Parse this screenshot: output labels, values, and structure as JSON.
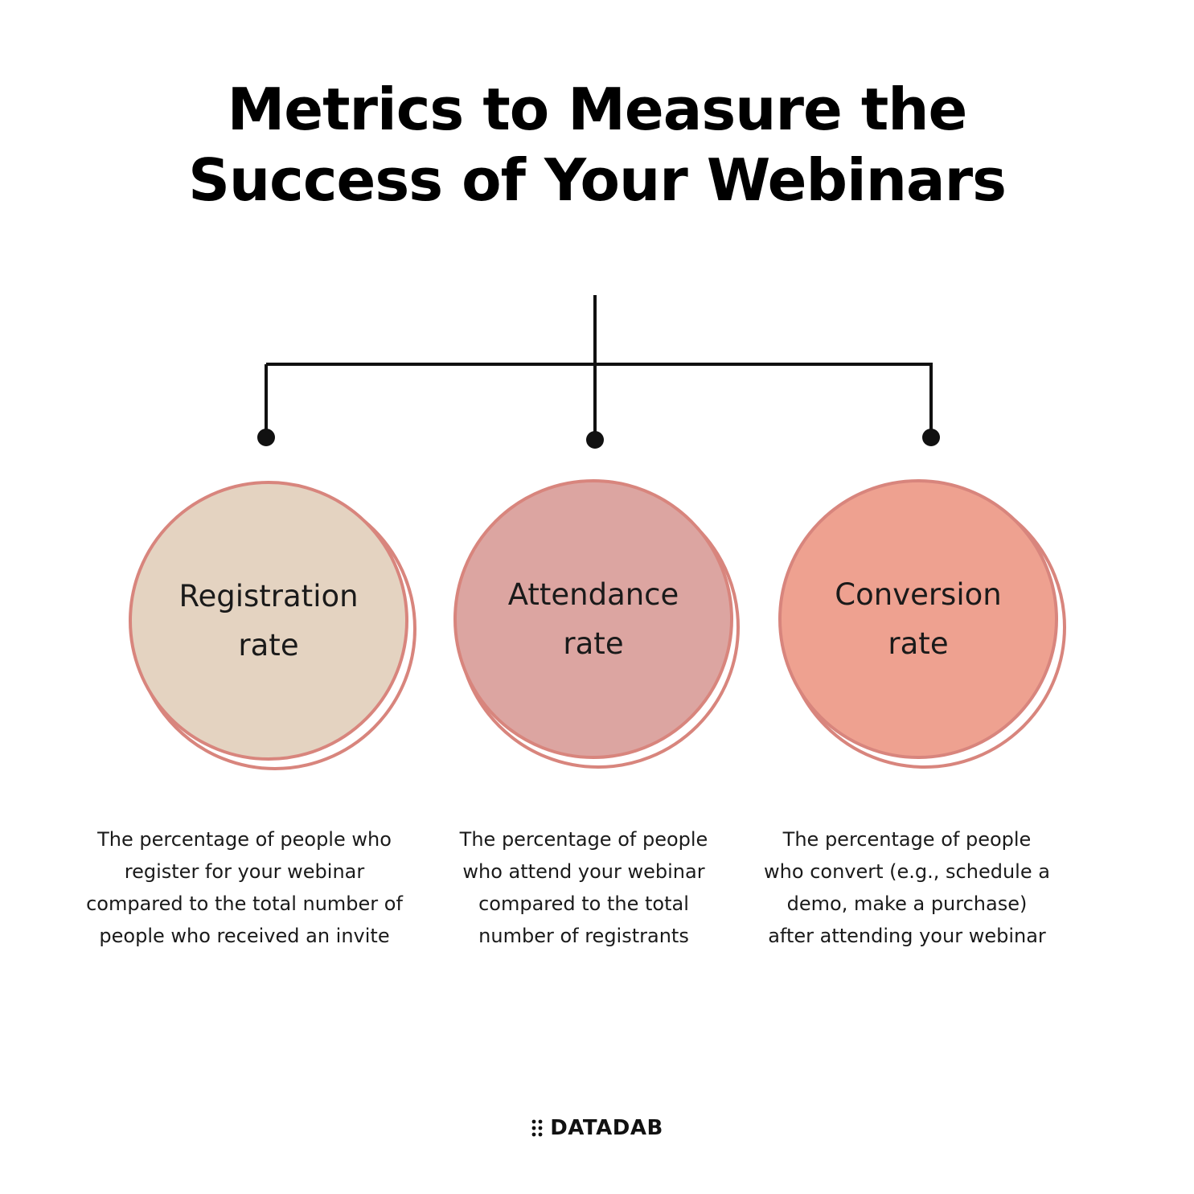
{
  "title": {
    "line1": "Metrics to Measure the",
    "line2": "Success of Your Webinars"
  },
  "metrics": [
    {
      "label_line1": "Registration",
      "label_line2": "rate",
      "fill": "#e4d3c1",
      "desc": [
        "The percentage of people who",
        "register for your webinar",
        "compared to the total number of",
        "people who received an invite"
      ]
    },
    {
      "label_line1": "Attendance",
      "label_line2": "rate",
      "fill": "#dca5a1",
      "desc": [
        "The percentage of people",
        "who attend your webinar",
        "compared to the total",
        "number of registrants"
      ]
    },
    {
      "label_line1": "Conversion",
      "label_line2": "rate",
      "fill": "#eea190",
      "desc": [
        "The percentage of people",
        "who convert (e.g., schedule a",
        "demo, make a purchase)",
        "after attending your webinar"
      ]
    }
  ],
  "brand": {
    "name": "DATADAB",
    "logo_icon": "dot-grid-icon"
  },
  "colors": {
    "ring": "#d8857d",
    "connector": "#111111"
  }
}
